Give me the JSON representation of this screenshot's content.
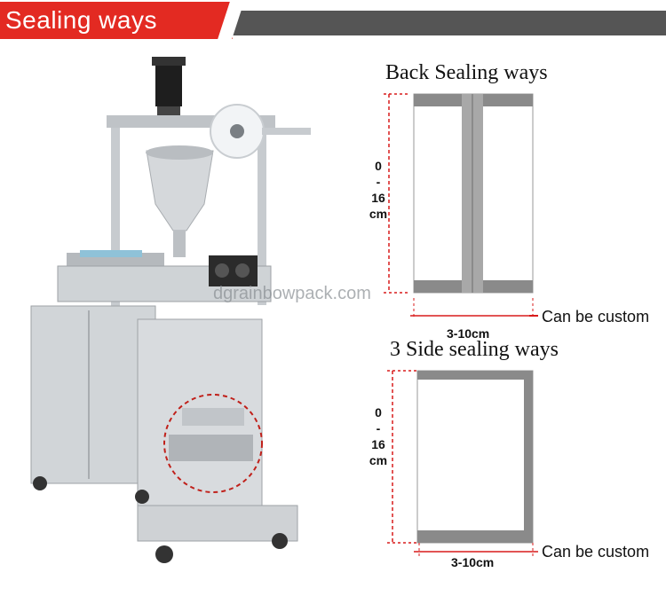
{
  "banner": {
    "title": "Sealing ways"
  },
  "watermark": "dgrainbowpack.com",
  "back_sealing": {
    "title": "Back Sealing ways",
    "height_label": [
      "0",
      "-",
      "16",
      "cm"
    ],
    "width_label": "3-10cm",
    "custom_note": "Can be custom"
  },
  "three_side": {
    "title": "3 Side sealing ways",
    "height_label": [
      "0",
      "-",
      "16",
      "cm"
    ],
    "width_label": "3-10cm",
    "custom_note": "Can be custom"
  },
  "colors": {
    "banner_red": "#e32a22",
    "banner_dark": "#555555",
    "dimension": "#d81b1b",
    "seal": "#8a8a8a"
  },
  "icons": [
    "machine-illustration",
    "back-seal-pouch",
    "three-side-seal-pouch"
  ]
}
